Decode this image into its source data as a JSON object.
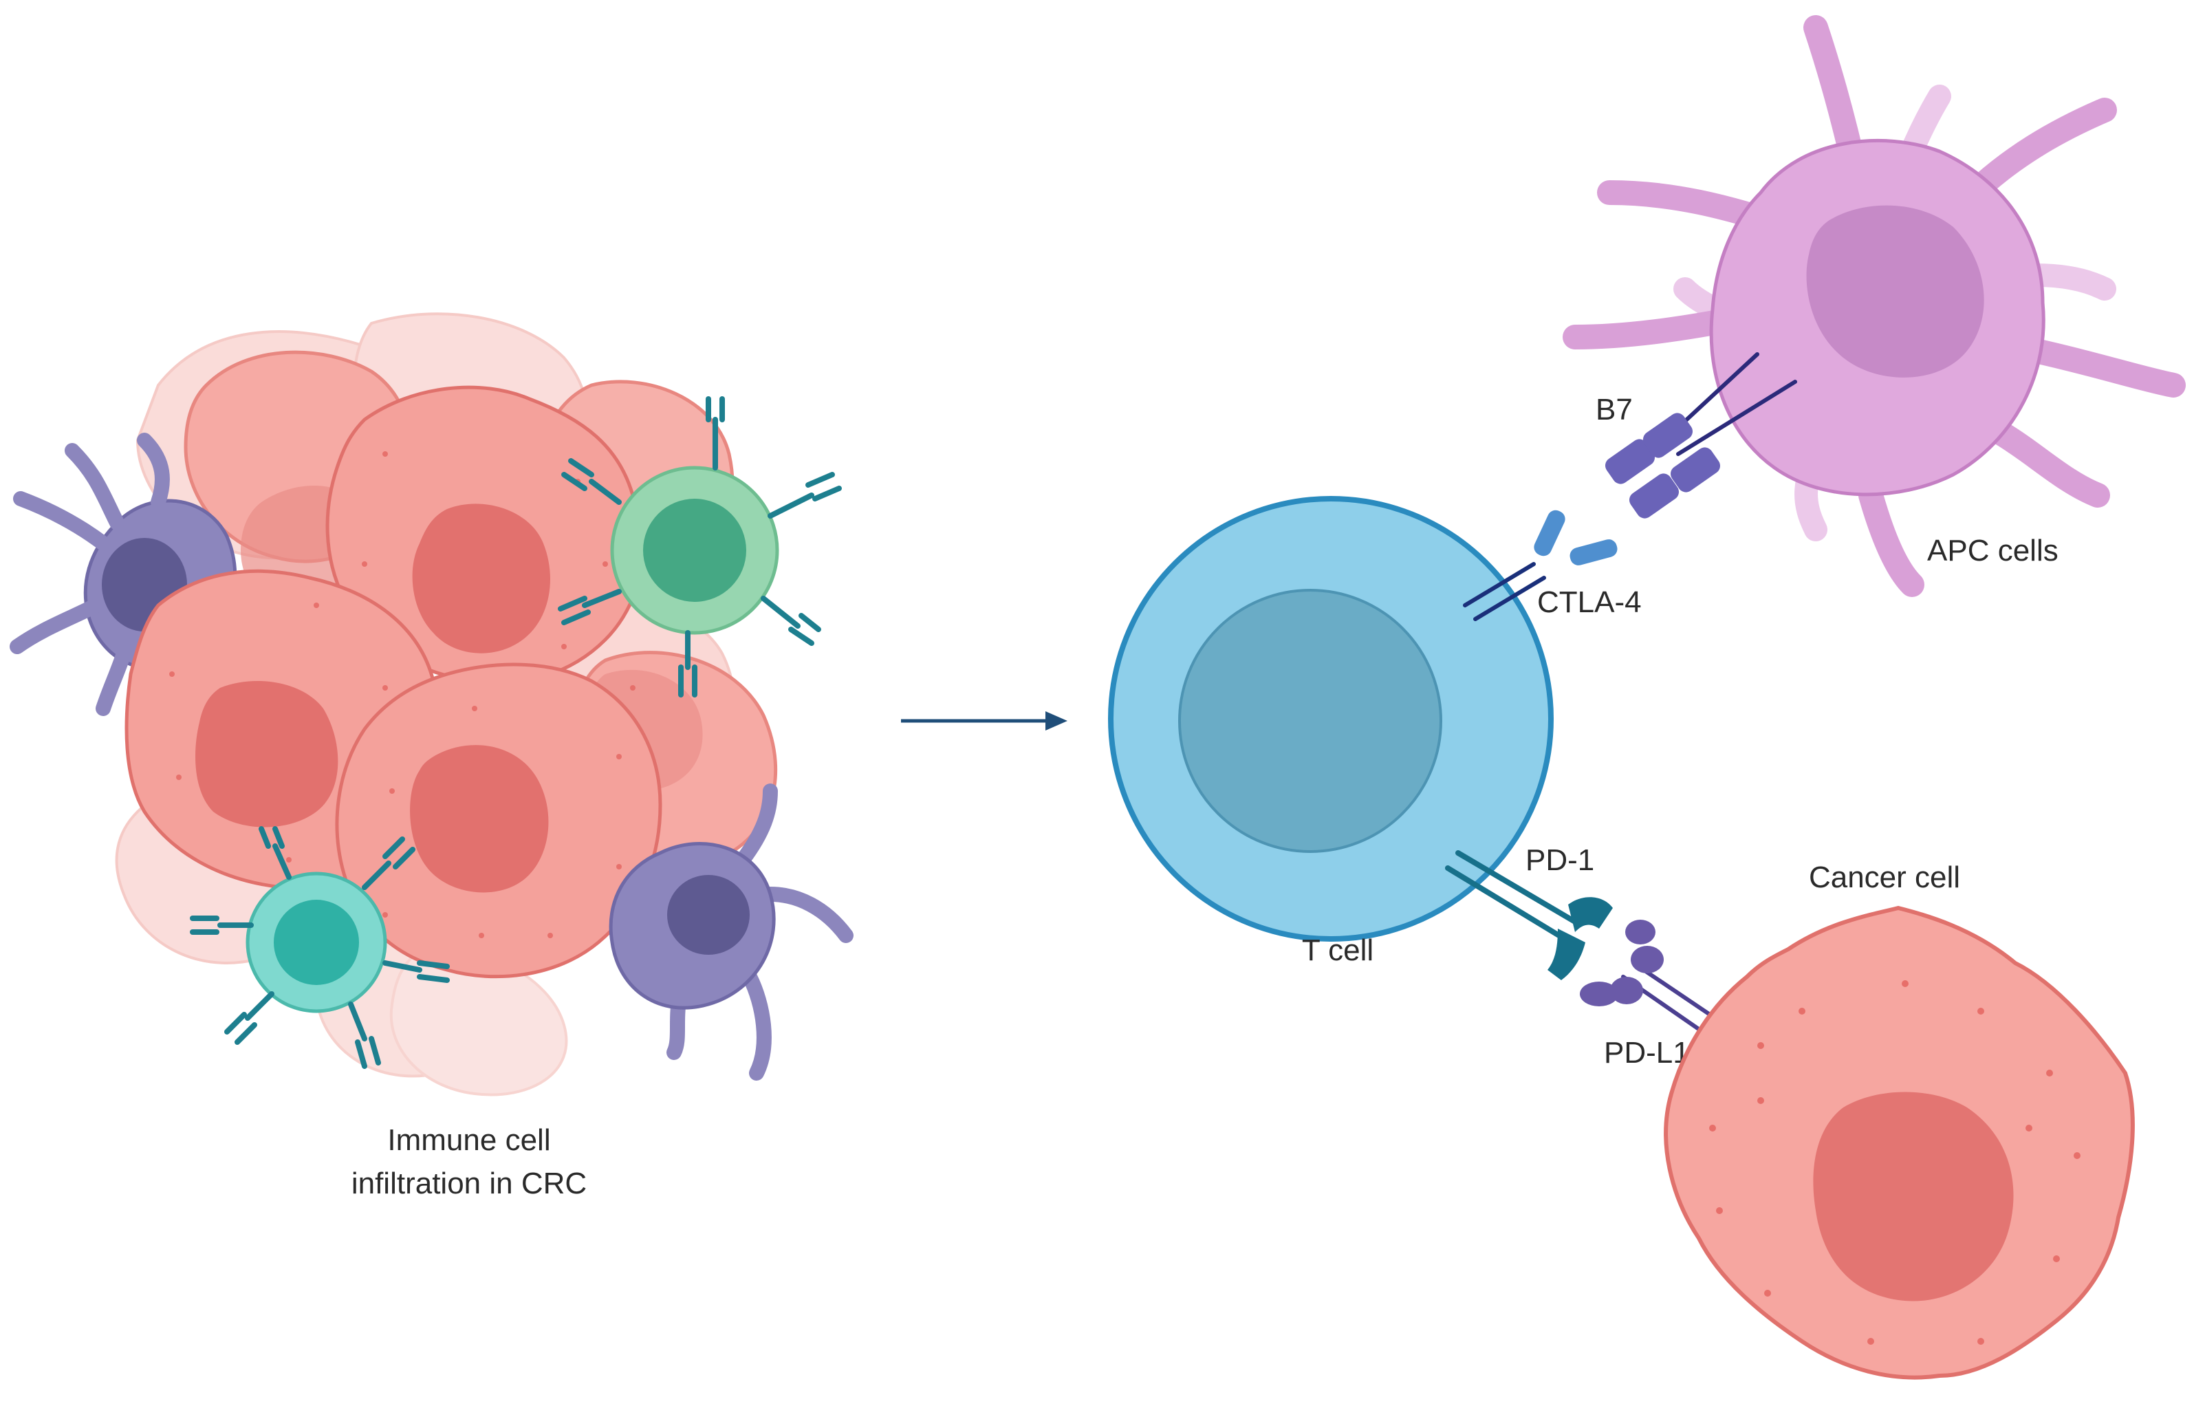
{
  "labels": {
    "cluster_caption_line1": "Immune cell",
    "cluster_caption_line2": "infiltration in CRC",
    "t_cell": "T cell",
    "apc_cells": "APC cells",
    "cancer_cell": "Cancer cell",
    "b7": "B7",
    "ctla4": "CTLA-4",
    "pd1": "PD-1",
    "pdl1": "PD-L1"
  },
  "colors": {
    "tumor_cell": "#f4a19b",
    "tumor_nucleus": "#e2716e",
    "t_cell_body": "#8ecfea",
    "t_cell_nucleus": "#6aacc6",
    "apc_body": "#e0a9dd",
    "apc_nucleus": "#c68ac7",
    "cancer_cell": "#f6a6a0",
    "cancer_nucleus": "#e37572",
    "macrophage": "#8c86bd",
    "lymphocyte_green": "#97d6b0",
    "lymphocyte_teal": "#7fd9cf",
    "antibody": "#1d7f8f",
    "b7": "#6a63b8",
    "ctla4": "#4f8fcf",
    "pd1": "#17708a",
    "pdl1": "#6a5aa8",
    "arrow": "#1f4e79"
  }
}
